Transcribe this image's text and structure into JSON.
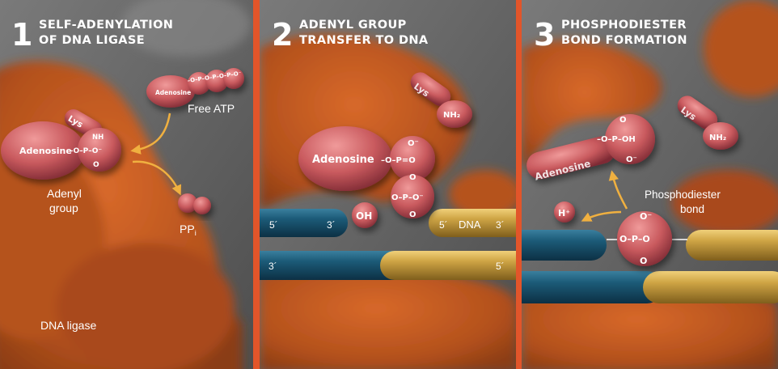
{
  "panels": [
    {
      "number": "1",
      "title_line1": "SELF-ADENYLATION",
      "title_line2": "OF DNA LIGASE",
      "labels": {
        "free_atp": "Free ATP",
        "adenyl_line1": "Adenyl",
        "adenyl_line2": "group",
        "ppi": "PP",
        "ppi_sub": "i",
        "dna_ligase": "DNA ligase"
      },
      "molecules": {
        "atp_adenosine": "Adenosine",
        "atp_chain": "–O–P–O–P–O–P–O⁻",
        "adenosine": "Adenosine",
        "phosphate": "–O–P–O⁻",
        "phosphate_o": "O",
        "lys": "Lys",
        "nh": "NH"
      }
    },
    {
      "number": "2",
      "title_line1": "ADENYL GROUP",
      "title_line2": "TRANSFER TO DNA",
      "labels": {
        "dna": "DNA",
        "end5_top_left": "5´",
        "end3_top_mid": "3´",
        "end5_top_mid": "5´",
        "end3_top_right": "3´",
        "end3_bottom_left": "3´",
        "end5_bottom_right": "5´"
      },
      "molecules": {
        "adenosine": "Adenosine",
        "o_minus_top": "O⁻",
        "p1_row": "–O–P=O",
        "o_mid": "O",
        "p2_row": "O–P–O⁻",
        "o_bottom": "O",
        "oh": "OH",
        "lys": "Lys",
        "nh2": "NH₂"
      }
    },
    {
      "number": "3",
      "title_line1": "PHOSPHODIESTER",
      "title_line2": "BOND FORMATION",
      "labels": {
        "phosphodiester_line1": "Phosphodiester",
        "phosphodiester_line2": "bond"
      },
      "molecules": {
        "adenosine": "Adenosine",
        "amp_o_top": "O",
        "amp_row": "–O–P–OH",
        "amp_o_bottom": "O⁻",
        "lys": "Lys",
        "nh2": "NH₂",
        "h_plus": "H⁺",
        "bond_o_top": "O⁻",
        "bond_row": "O–P–O",
        "bond_o_bottom": "O"
      }
    }
  ],
  "colors": {
    "frame": "#e2552a",
    "background": "#6b6b6b",
    "enzyme": "#c2571f",
    "molecule": "#d46a6c",
    "dna_blue": "#17506b",
    "dna_gold": "#c9a044",
    "arrow": "#f0b040"
  }
}
